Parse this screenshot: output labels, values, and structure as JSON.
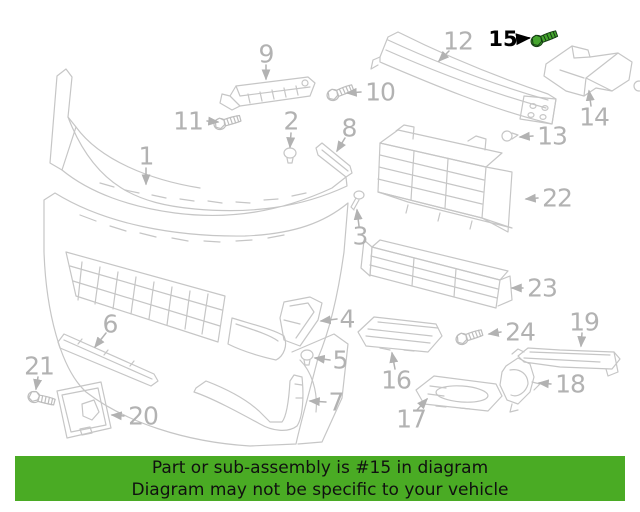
{
  "diagram": {
    "description": "Front bumper exploded parts diagram",
    "labels": [
      {
        "num": "1"
      },
      {
        "num": "2"
      },
      {
        "num": "3"
      },
      {
        "num": "4"
      },
      {
        "num": "5"
      },
      {
        "num": "6"
      },
      {
        "num": "7"
      },
      {
        "num": "8"
      },
      {
        "num": "9"
      },
      {
        "num": "10"
      },
      {
        "num": "11"
      },
      {
        "num": "12"
      },
      {
        "num": "13"
      },
      {
        "num": "14"
      },
      {
        "num": "15"
      },
      {
        "num": "16"
      },
      {
        "num": "17"
      },
      {
        "num": "18"
      },
      {
        "num": "19"
      },
      {
        "num": "20"
      },
      {
        "num": "21"
      },
      {
        "num": "22"
      },
      {
        "num": "23"
      },
      {
        "num": "24"
      }
    ],
    "line_color": "#c6c6c6",
    "label_color": "#b2b2b2"
  },
  "highlight": {
    "part_number": "15",
    "bolt_color": "#45a52e",
    "bolt_outline": "#143c14",
    "label_color": "#000000"
  },
  "banner": {
    "line1": "Part or sub-assembly is #15 in diagram",
    "line2": "Diagram may not be specific to your vehicle",
    "background": "#4aab24",
    "text_color": "#101010"
  }
}
